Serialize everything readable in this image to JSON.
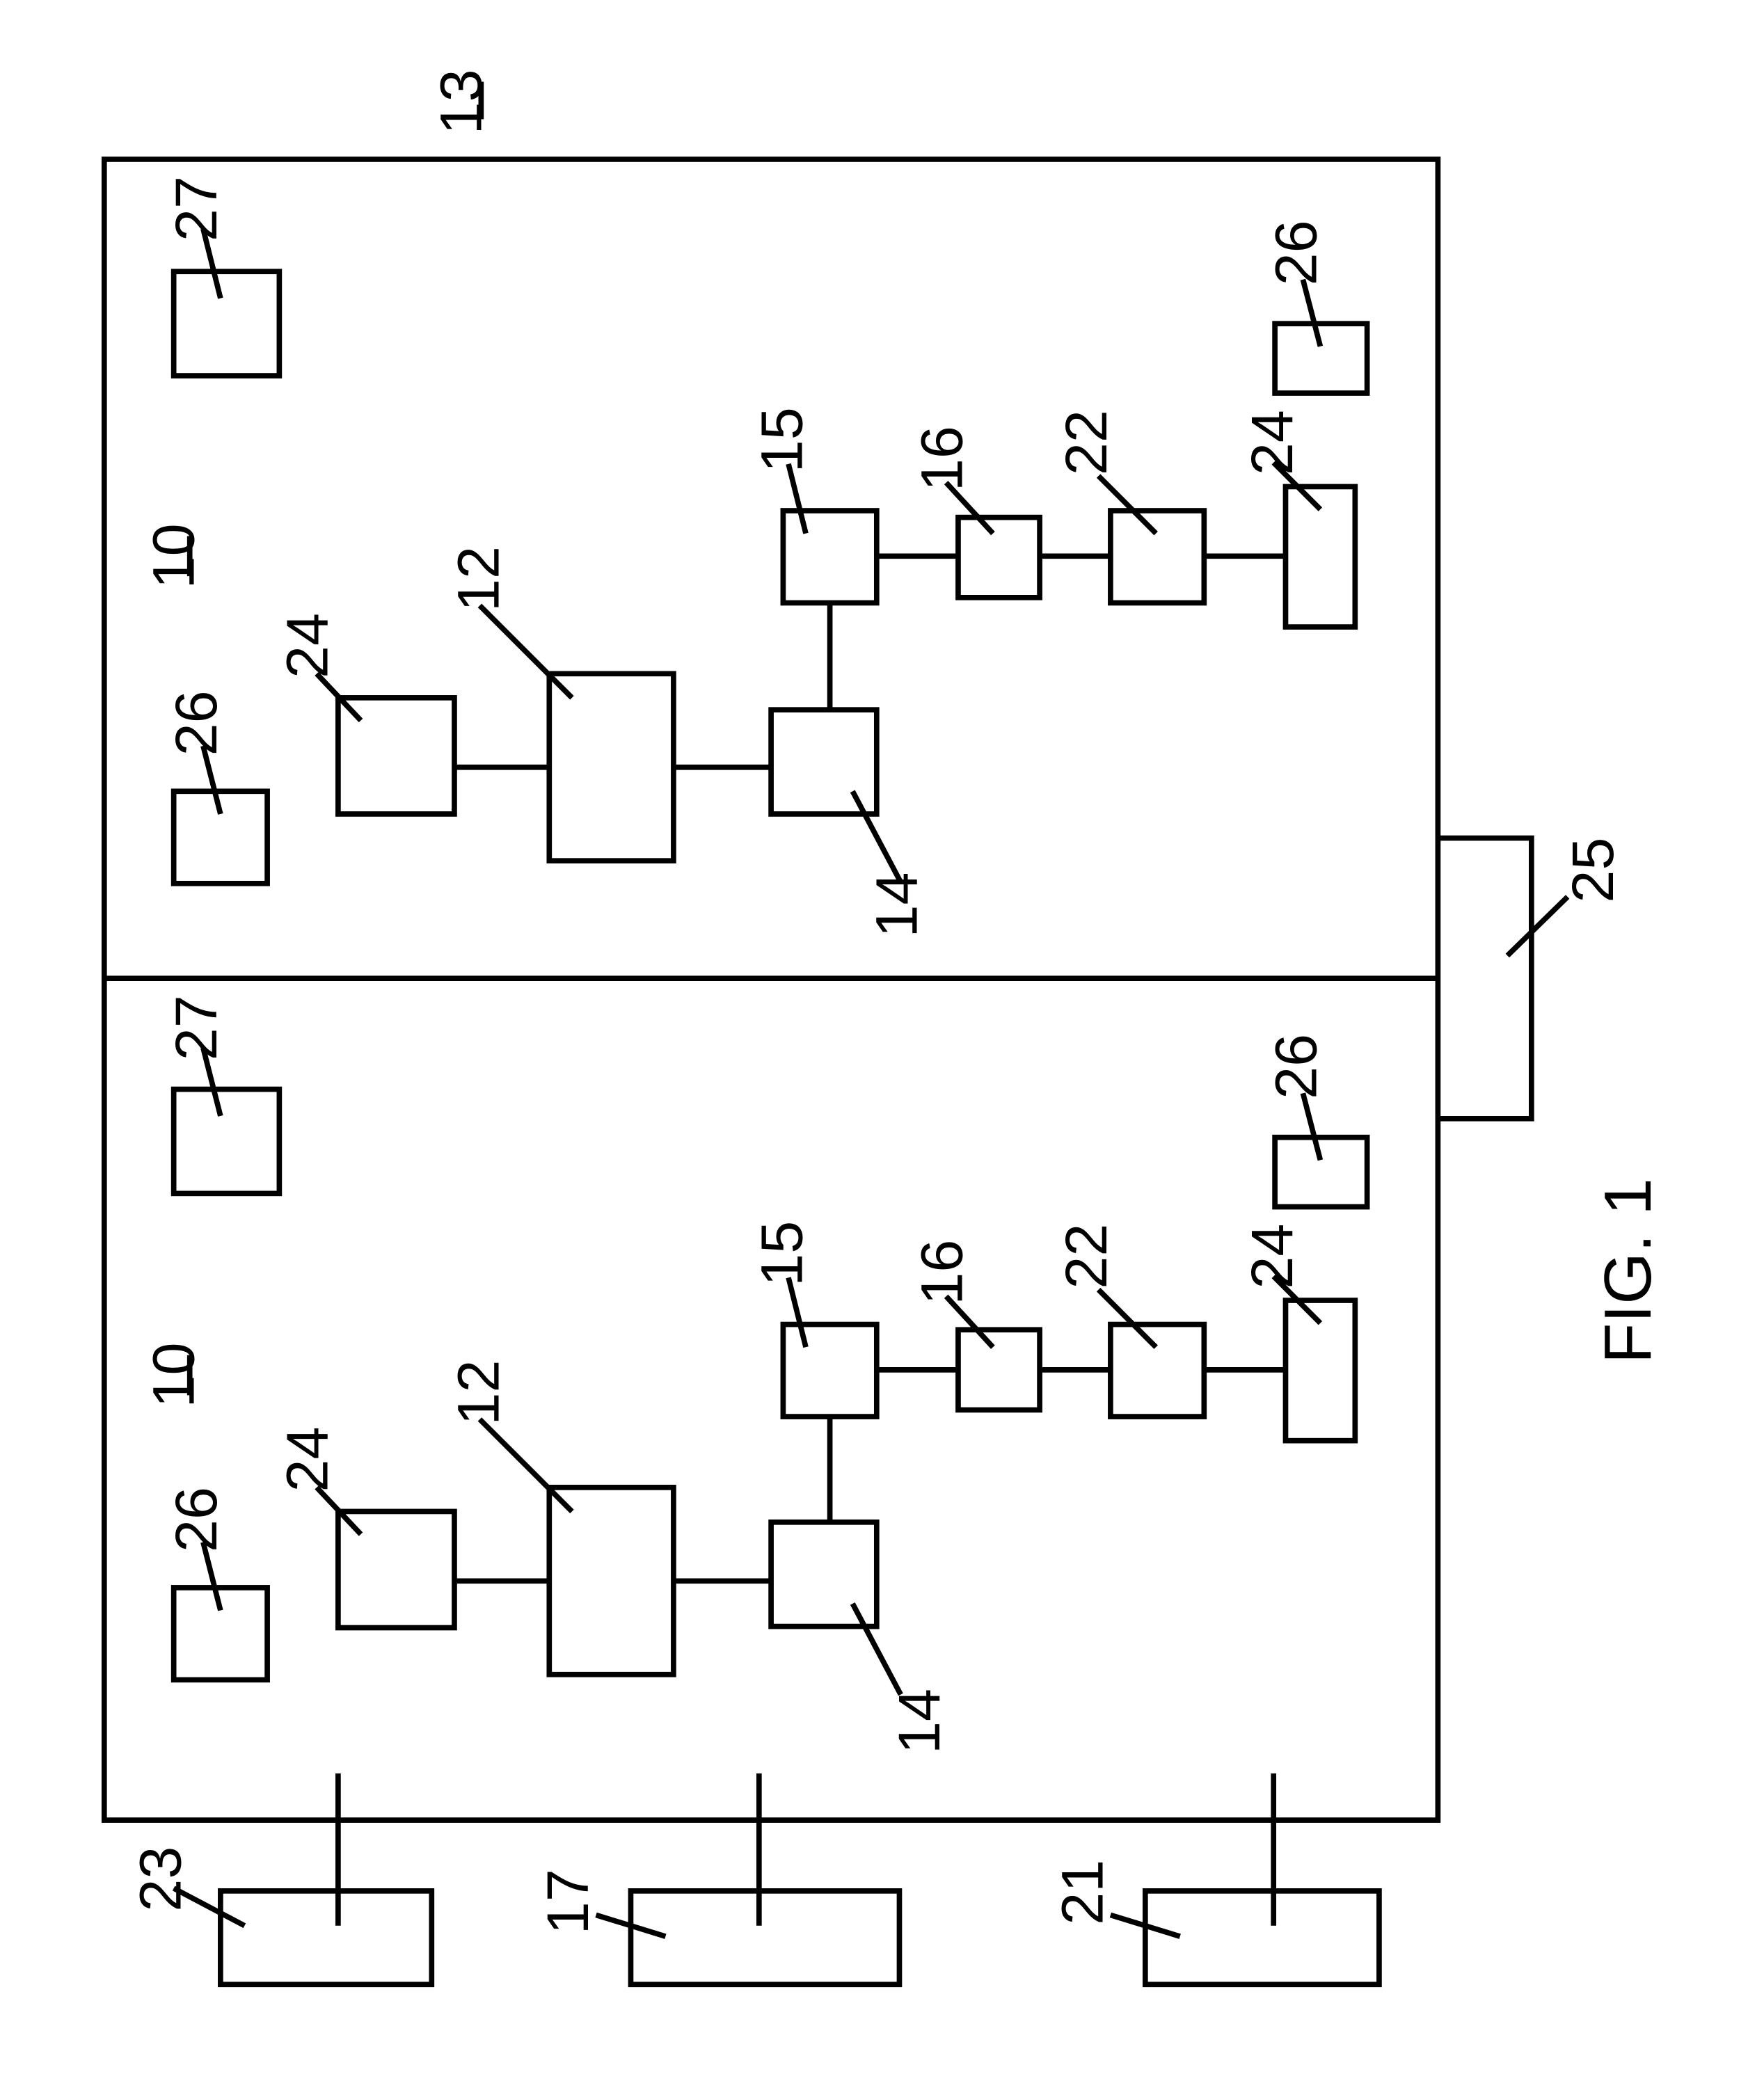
{
  "figure": {
    "caption": "FIG. 1",
    "system_label": "13",
    "network_label": "25",
    "left_external": [
      "23",
      "17",
      "21"
    ],
    "units": [
      {
        "unit_label": "10",
        "box_labels": {
          "sensor_top": "27",
          "sensor_bottom_right": "26",
          "sensor_left": "26",
          "memory_left": "24",
          "processor": "12",
          "interface_a": "14",
          "interface_b": "15",
          "module_16": "16",
          "module_22": "22",
          "memory_right": "24"
        }
      },
      {
        "unit_label": "10",
        "box_labels": {
          "sensor_top": "27",
          "sensor_bottom_right": "26",
          "sensor_left": "26",
          "memory_left": "24",
          "processor": "12",
          "interface_a": "14",
          "interface_b": "15",
          "module_16": "16",
          "module_22": "22",
          "memory_right": "24"
        }
      }
    ]
  }
}
